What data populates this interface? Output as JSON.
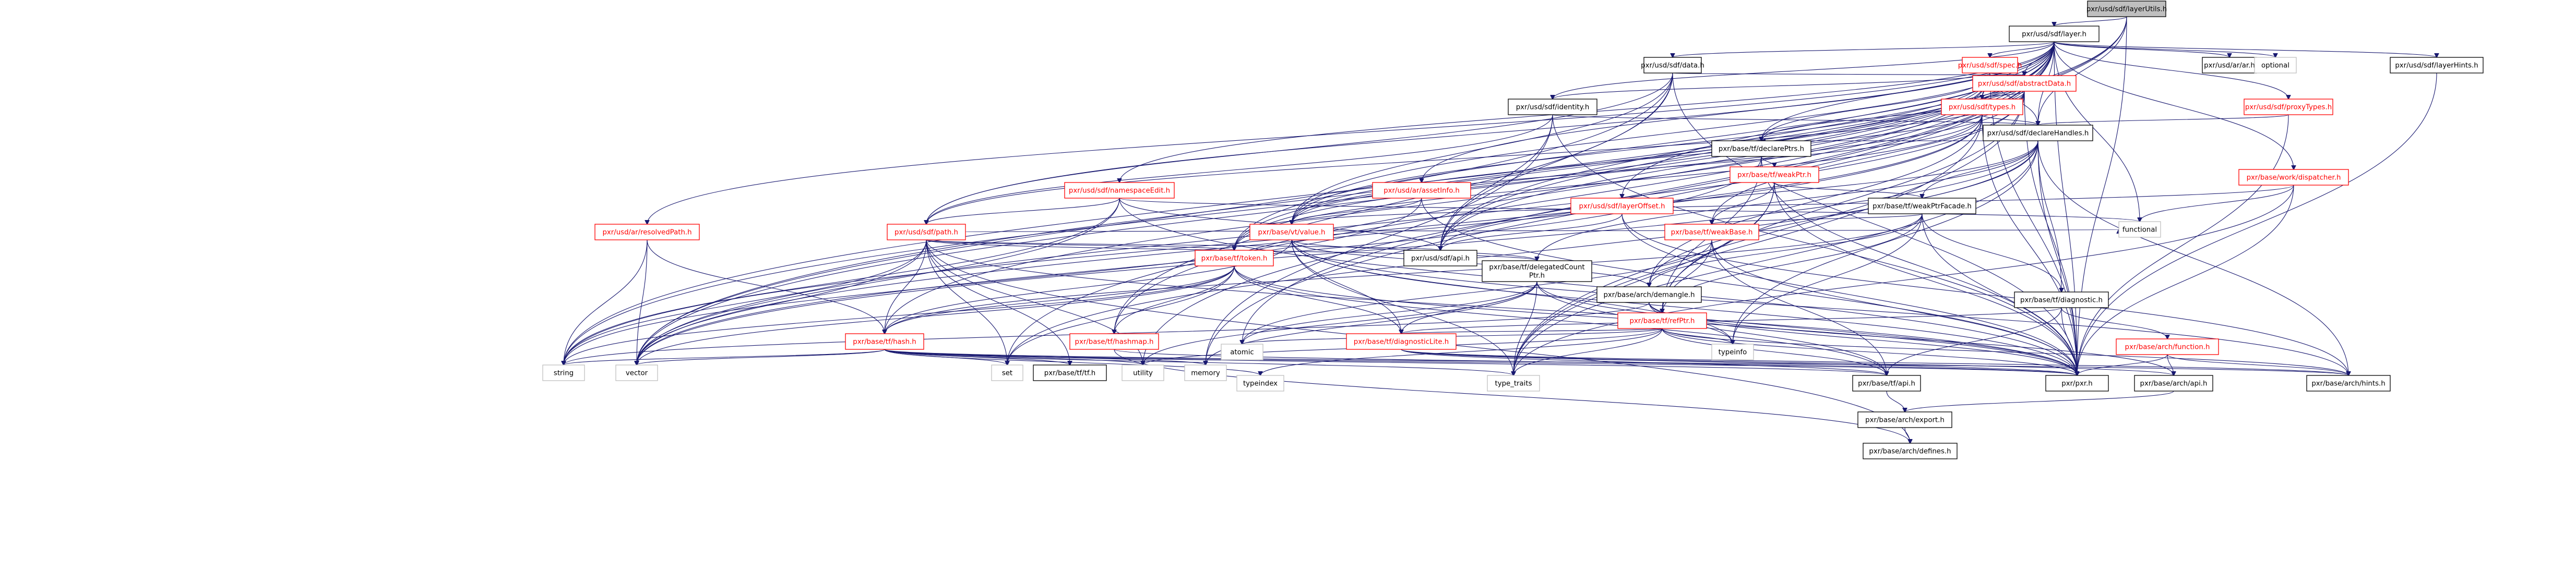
{
  "graph": {
    "nodes": [
      {
        "id": "root",
        "label": "pxr/usd/sdf/layerUtils.h",
        "kind": "root"
      },
      {
        "id": "layer",
        "label": "pxr/usd/sdf/layer.h",
        "kind": "std"
      },
      {
        "id": "data",
        "label": "pxr/usd/sdf/data.h",
        "kind": "std"
      },
      {
        "id": "spec",
        "label": "pxr/usd/sdf/spec.h",
        "kind": "red"
      },
      {
        "id": "ar",
        "label": "pxr/usd/ar/ar.h",
        "kind": "std"
      },
      {
        "id": "optional",
        "label": "optional",
        "kind": "ext"
      },
      {
        "id": "layerHints",
        "label": "pxr/usd/sdf/layerHints.h",
        "kind": "std"
      },
      {
        "id": "abstractData",
        "label": "pxr/usd/sdf/abstractData.h",
        "kind": "red"
      },
      {
        "id": "identity",
        "label": "pxr/usd/sdf/identity.h",
        "kind": "std"
      },
      {
        "id": "types",
        "label": "pxr/usd/sdf/types.h",
        "kind": "red"
      },
      {
        "id": "proxyTypes",
        "label": "pxr/usd/sdf/proxyTypes.h",
        "kind": "red"
      },
      {
        "id": "declareHandles",
        "label": "pxr/usd/sdf/declareHandles.h",
        "kind": "std"
      },
      {
        "id": "declarePtrs",
        "label": "pxr/base/tf/declarePtrs.h",
        "kind": "std"
      },
      {
        "id": "weakPtr",
        "label": "pxr/base/tf/weakPtr.h",
        "kind": "red"
      },
      {
        "id": "workDispatcher",
        "label": "pxr/base/work/dispatcher.h",
        "kind": "red"
      },
      {
        "id": "namespaceEdit",
        "label": "pxr/usd/sdf/namespaceEdit.h",
        "kind": "red"
      },
      {
        "id": "assetInfo",
        "label": "pxr/usd/ar/assetInfo.h",
        "kind": "red"
      },
      {
        "id": "layerOffset",
        "label": "pxr/usd/sdf/layerOffset.h",
        "kind": "red"
      },
      {
        "id": "weakPtrFacade",
        "label": "pxr/base/tf/weakPtrFacade.h",
        "kind": "std"
      },
      {
        "id": "resolvedPath",
        "label": "pxr/usd/ar/resolvedPath.h",
        "kind": "red"
      },
      {
        "id": "path",
        "label": "pxr/usd/sdf/path.h",
        "kind": "red"
      },
      {
        "id": "vtValue",
        "label": "pxr/base/vt/value.h",
        "kind": "red"
      },
      {
        "id": "weakBase",
        "label": "pxr/base/tf/weakBase.h",
        "kind": "red"
      },
      {
        "id": "functional",
        "label": "functional",
        "kind": "ext"
      },
      {
        "id": "sdfApi",
        "label": "pxr/usd/sdf/api.h",
        "kind": "std"
      },
      {
        "id": "token",
        "label": "pxr/base/tf/token.h",
        "kind": "red"
      },
      {
        "id": "delegatedCount",
        "label": "pxr/base/tf/delegatedCount\nPtr.h",
        "kind": "std"
      },
      {
        "id": "demangle",
        "label": "pxr/base/arch/demangle.h",
        "kind": "std"
      },
      {
        "id": "refPtr",
        "label": "pxr/base/tf/refPtr.h",
        "kind": "red"
      },
      {
        "id": "diagnostic",
        "label": "pxr/base/tf/diagnostic.h",
        "kind": "std"
      },
      {
        "id": "hash",
        "label": "pxr/base/tf/hash.h",
        "kind": "red"
      },
      {
        "id": "hashmap",
        "label": "pxr/base/tf/hashmap.h",
        "kind": "red"
      },
      {
        "id": "diagnosticLite",
        "label": "pxr/base/tf/diagnosticLite.h",
        "kind": "red"
      },
      {
        "id": "archFunction",
        "label": "pxr/base/arch/function.h",
        "kind": "red"
      },
      {
        "id": "atomic",
        "label": "atomic",
        "kind": "ext"
      },
      {
        "id": "typeinfo",
        "label": "typeinfo",
        "kind": "ext"
      },
      {
        "id": "vector",
        "label": "vector",
        "kind": "ext"
      },
      {
        "id": "string",
        "label": "string",
        "kind": "ext"
      },
      {
        "id": "set",
        "label": "set",
        "kind": "ext"
      },
      {
        "id": "tfH",
        "label": "pxr/base/tf/tf.h",
        "kind": "std"
      },
      {
        "id": "utility",
        "label": "utility",
        "kind": "ext"
      },
      {
        "id": "memory",
        "label": "memory",
        "kind": "ext"
      },
      {
        "id": "typeindex",
        "label": "typeindex",
        "kind": "ext"
      },
      {
        "id": "typeTraits",
        "label": "type_traits",
        "kind": "ext"
      },
      {
        "id": "tfApi",
        "label": "pxr/base/tf/api.h",
        "kind": "std"
      },
      {
        "id": "pxr",
        "label": "pxr/pxr.h",
        "kind": "std"
      },
      {
        "id": "archApi",
        "label": "pxr/base/arch/api.h",
        "kind": "std"
      },
      {
        "id": "hints",
        "label": "pxr/base/arch/hints.h",
        "kind": "std"
      },
      {
        "id": "archExport",
        "label": "pxr/base/arch/export.h",
        "kind": "std"
      },
      {
        "id": "archDefines",
        "label": "pxr/base/arch/defines.h",
        "kind": "std"
      }
    ]
  }
}
